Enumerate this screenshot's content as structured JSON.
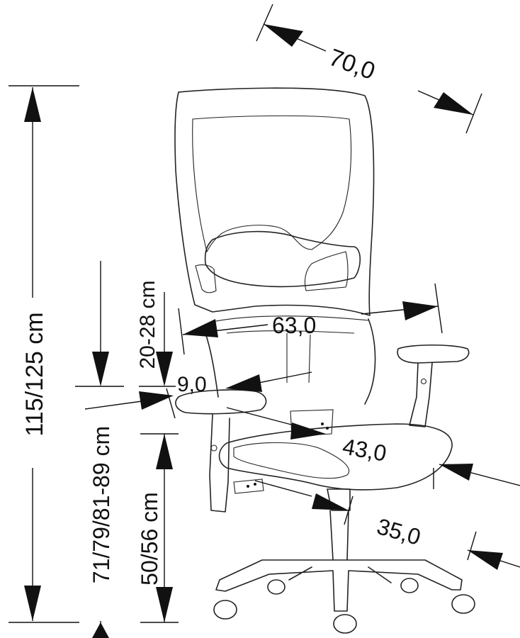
{
  "dimensions": {
    "depth_overall": "70,0",
    "height_total": "115/125 cm",
    "armrest_width": "63,0",
    "armrest_adjust": "20-28 cm",
    "armrest_pad": "9,0",
    "armrest_height": "71/79/81-89 cm",
    "seat_depth": "43,0",
    "seat_height": "50/56 cm",
    "seat_width": "35,0"
  }
}
